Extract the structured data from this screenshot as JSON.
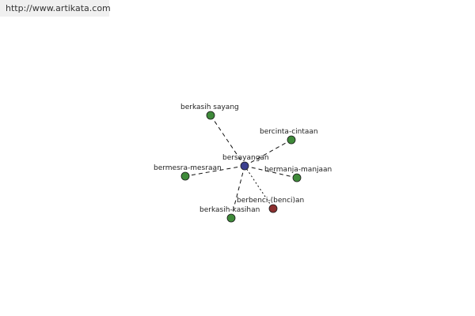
{
  "site_url": "http://www.artikata.com",
  "center": {
    "id": "center",
    "label": "bersayangan",
    "color": "#3b3f8f"
  },
  "nodes": [
    {
      "id": "n1",
      "label": "berkasih sayang",
      "color": "#3f8a3a",
      "edge_style": "dashed"
    },
    {
      "id": "n2",
      "label": "bercinta-cintaan",
      "color": "#3f8a3a",
      "edge_style": "dashed"
    },
    {
      "id": "n3",
      "label": "bermesra-mesraan",
      "color": "#3f8a3a",
      "edge_style": "dashed"
    },
    {
      "id": "n4",
      "label": "bermanja-manjaan",
      "color": "#3f8a3a",
      "edge_style": "dashed"
    },
    {
      "id": "n5",
      "label": "berbenci-(benci)an",
      "color": "#8b2f2f",
      "edge_style": "dotted"
    },
    {
      "id": "n6",
      "label": "berkasih-kasihan",
      "color": "#3f8a3a",
      "edge_style": "dashed"
    }
  ]
}
